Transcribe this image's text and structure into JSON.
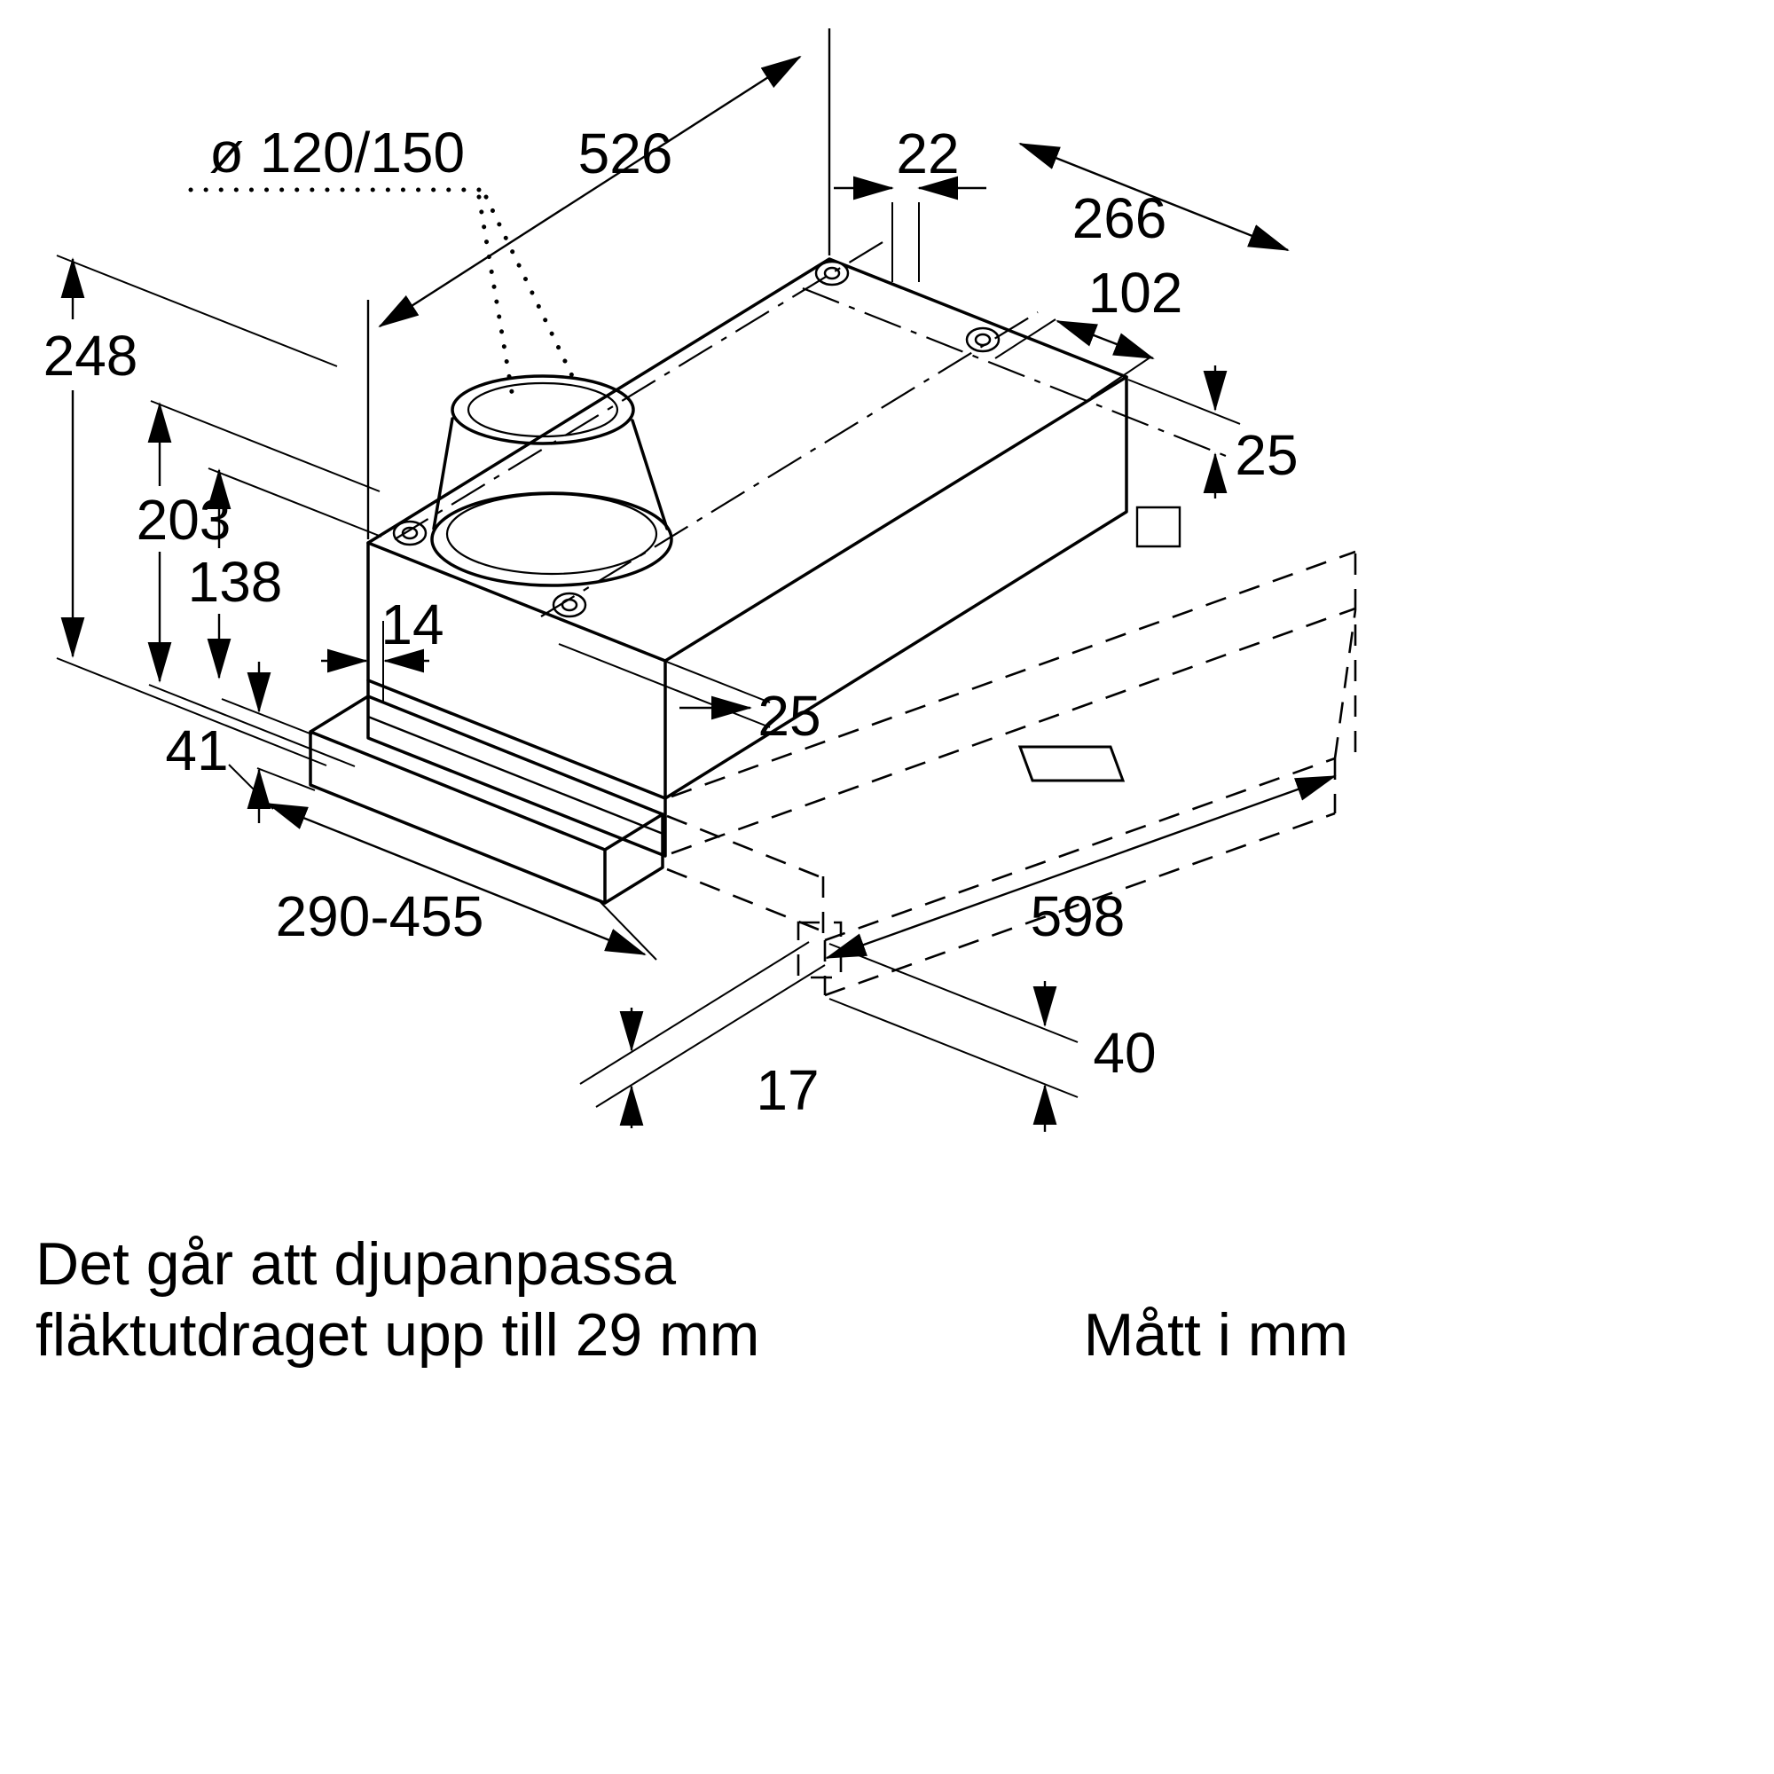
{
  "diagram": {
    "type": "appliance-dimension-drawing",
    "units_note": "Mått i mm",
    "notes": {
      "line1": "Det går att djupanpassa",
      "line2": "fläktutdraget upp till 29 mm"
    },
    "labels": {
      "duct_diameter": "ø 120/150",
      "depth_slide": "526",
      "offset_back": "22",
      "depth_mount": "266",
      "hole_spacing": "102",
      "height_total": "248",
      "height_body": "203",
      "height_inner": "138",
      "side_offset": "25",
      "front_gap": "14",
      "filter_offset": "25",
      "strip_height": "41",
      "width_range": "290-455",
      "front_width": "598",
      "lip_offset": "17",
      "panel_height": "40"
    }
  }
}
